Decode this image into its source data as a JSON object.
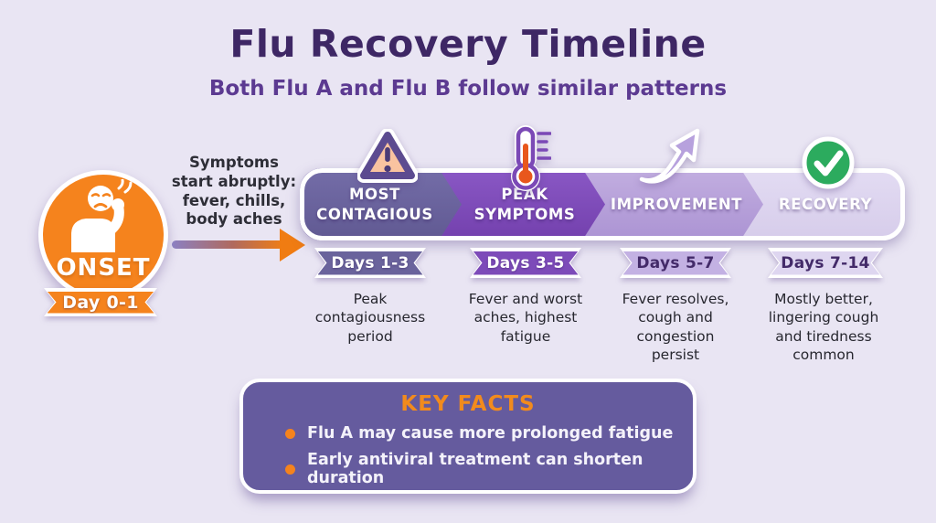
{
  "header": {
    "title": "Flu Recovery Timeline",
    "subtitle": "Both Flu A and Flu B follow similar patterns"
  },
  "onset": {
    "label": "ONSET",
    "days": "Day 0-1",
    "note": "Symptoms\nstart abruptly:\nfever, chills,\nbody aches",
    "color": "#f5831d"
  },
  "stages": [
    {
      "label": "MOST\nCONTAGIOUS",
      "days": "Days 1-3",
      "description": "Peak\ncontagiousness\nperiod",
      "icon": "warning-triangle-icon",
      "color": "#6a639c"
    },
    {
      "label": "PEAK\nSYMPTOMS",
      "days": "Days 3-5",
      "description": "Fever and worst\naches, highest\nfatigue",
      "icon": "thermometer-icon",
      "color": "#7d4bb9"
    },
    {
      "label": "IMPROVEMENT",
      "days": "Days 5-7",
      "description": "Fever resolves,\ncough and\ncongestion\npersist",
      "icon": "rising-arrow-icon",
      "color": "#b9a4dc"
    },
    {
      "label": "RECOVERY",
      "days": "Days 7-14",
      "description": "Mostly better,\nlingering cough\nand tiredness\ncommon",
      "icon": "check-circle-icon",
      "color": "#ded6ef"
    }
  ],
  "key_facts": {
    "title": "KEY FACTS",
    "items": [
      "Flu A may cause more prolonged fatigue",
      "Early antiviral treatment can shorten duration"
    ]
  },
  "colors": {
    "background": "#e9e5f3",
    "title_text": "#3e2765",
    "subtitle_text": "#5c3a91",
    "onset_orange": "#f5831d",
    "key_facts_bg": "#655b9e",
    "key_facts_accent": "#f28b1d",
    "check_green": "#2cab5e",
    "thermometer_mercury": "#e8571c"
  }
}
